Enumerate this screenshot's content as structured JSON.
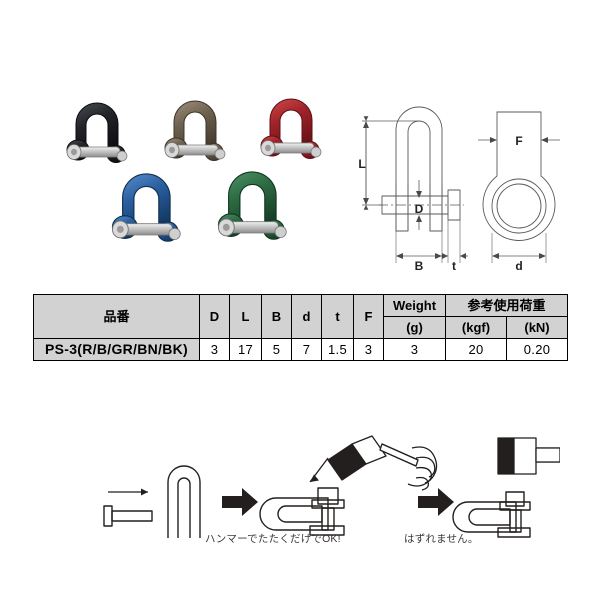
{
  "product": {
    "photos": {
      "caption": "",
      "items": [
        {
          "name": "shackle-black",
          "color_label": "BK",
          "hex": "#24262a"
        },
        {
          "name": "shackle-bronze",
          "color_label": "BN",
          "hex": "#6e5f4c"
        },
        {
          "name": "shackle-red",
          "color_label": "R",
          "hex": "#a5242a"
        },
        {
          "name": "shackle-blue",
          "color_label": "B",
          "hex": "#2a5f9e"
        },
        {
          "name": "shackle-green",
          "color_label": "GR",
          "hex": "#2f6b44"
        }
      ]
    }
  },
  "drawing": {
    "front_view_labels": [
      "L",
      "D",
      "B",
      "t"
    ],
    "side_view_labels": [
      "F",
      "d"
    ],
    "label_L": "L",
    "label_D": "D",
    "label_B": "B",
    "label_t": "t",
    "label_F": "F",
    "label_d": "d"
  },
  "spec_table": {
    "headers": {
      "partno": "品番",
      "dims": [
        "D",
        "L",
        "B",
        "d",
        "t",
        "F"
      ],
      "weight_top": "Weight",
      "weight_unit": "(g)",
      "load_group": "参考使用荷重",
      "load_units": [
        "(kgf)",
        "(kN)"
      ]
    },
    "rows": [
      {
        "partno": "PS-3(R/B/GR/BN/BK)",
        "D": "3",
        "L": "17",
        "B": "5",
        "d": "7",
        "t": "1.5",
        "F": "3",
        "weight": "3",
        "kgf": "20",
        "kN": "0.20"
      }
    ]
  },
  "howto": {
    "step1_label": "",
    "step2_caption": "ハンマーでたたくだけでOK!",
    "step3_caption": "はずれません。"
  },
  "colors": {
    "header_bg": "#d2d2d2",
    "line": "#000000",
    "drawing_line": "#5a5a5a",
    "text": "#000000",
    "caption_text": "#3a3a3a",
    "arrow": "#231f1e"
  }
}
